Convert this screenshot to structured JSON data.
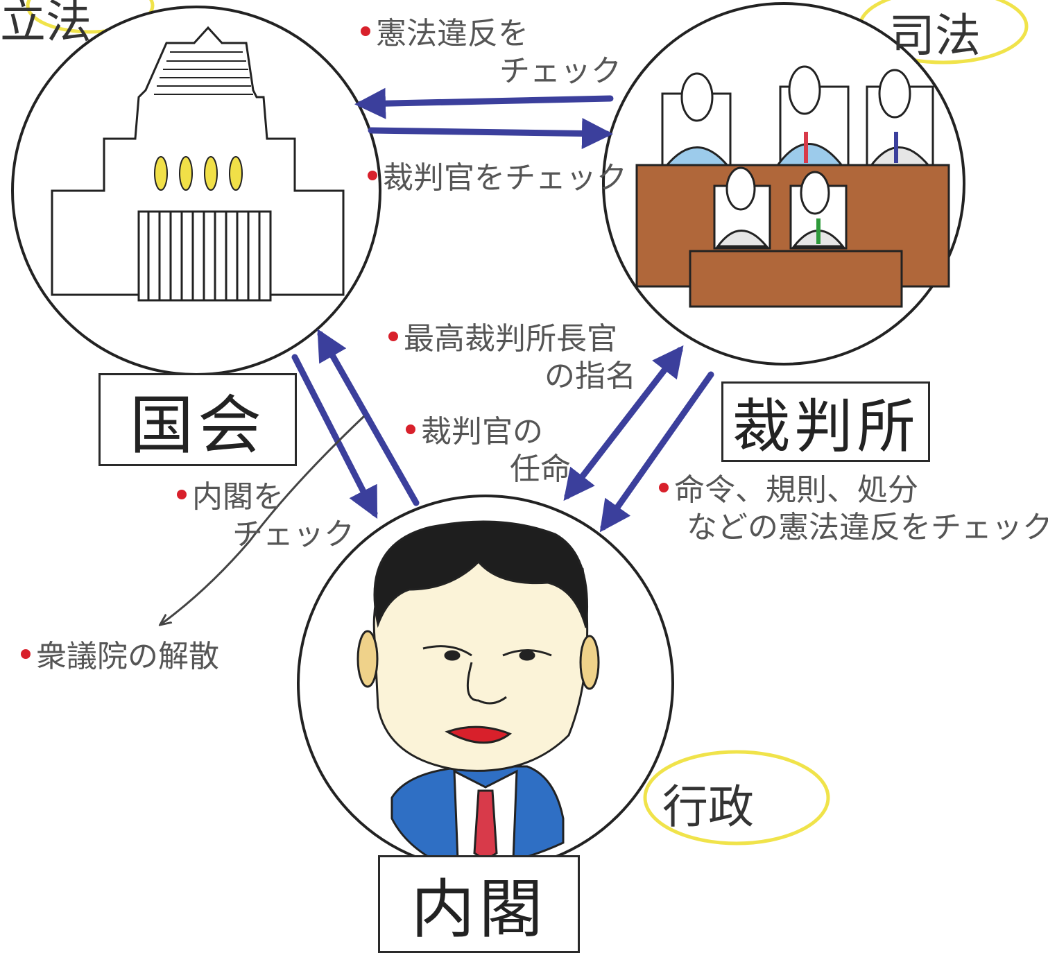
{
  "colors": {
    "arrow": "#3b3f9c",
    "dot": "#d8202b",
    "highlight": "#f0e34a",
    "desk": "#b0673a",
    "suit": "#2f6fc4",
    "tie": "#d83a4a",
    "skin": "#fbf3d8",
    "pillar": "#f1e048"
  },
  "branches": {
    "legislative_partial": "立法",
    "judicial_partial": "司法",
    "executive": "行政"
  },
  "nodes": {
    "diet": {
      "label": "国会",
      "icon": "diet-building-icon"
    },
    "court": {
      "label": "裁判所",
      "icon": "judges-bench-icon"
    },
    "cabinet": {
      "label": "内閣",
      "icon": "prime-minister-portrait"
    }
  },
  "annotations": {
    "court_to_diet": [
      "憲法違反を",
      "チェック"
    ],
    "diet_to_court": [
      "裁判官をチェック"
    ],
    "cabinet_to_court": [
      "最高裁判所長官",
      "の指名"
    ],
    "cabinet_appoint": [
      "裁判官の",
      "任命"
    ],
    "diet_to_cabinet": [
      "内閣を",
      "チェック"
    ],
    "court_to_cabinet": [
      "命令、規則、処分",
      "などの憲法違反をチェック"
    ],
    "cabinet_to_diet": [
      "衆議院の解散"
    ]
  }
}
